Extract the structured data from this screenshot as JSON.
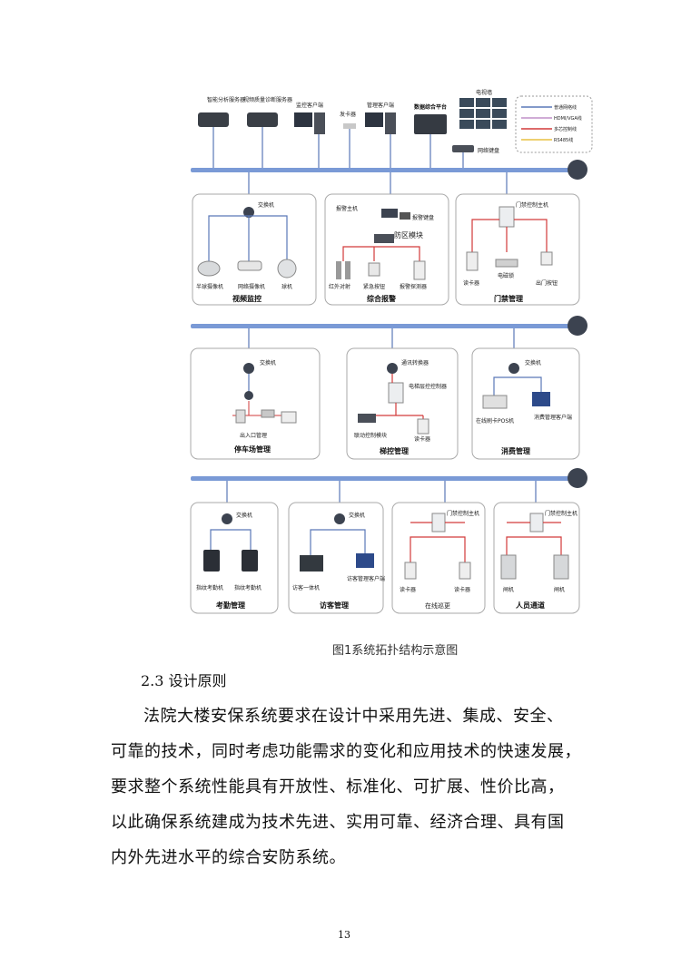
{
  "figure": {
    "top_devices": [
      "智能分析服务器",
      "视频质量诊断服务器",
      "监控客户端",
      "发卡器",
      "管理客户端",
      "数据综合平台",
      "电视墙",
      "网络键盘"
    ],
    "legend": [
      "普通网络线",
      "HDMI/VGA线",
      "多芯控制线",
      "RS485线"
    ],
    "legend_colors": [
      "#5a78b8",
      "#c090c8",
      "#d23a3a",
      "#e8c040"
    ],
    "panels": [
      {
        "title": "视频监控",
        "switch": "交换机",
        "items": [
          "半球摄像机",
          "网络摄像机",
          "球机"
        ]
      },
      {
        "title": "综合报警",
        "switch": "报警主机",
        "items": [
          "报警键盘",
          "防区模块",
          "红外对射",
          "紧急按钮",
          "报警探测器"
        ]
      },
      {
        "title": "门禁管理",
        "switch": "门禁控制主机",
        "items": [
          "读卡器",
          "电磁锁",
          "出门按钮"
        ]
      },
      {
        "title": "停车场管理",
        "switch": "交换机",
        "items": [
          "出入口管理"
        ]
      },
      {
        "title": "梯控管理",
        "switch": "通讯转换器",
        "items": [
          "电梯层控控制器",
          "联动控制模块",
          "读卡器"
        ]
      },
      {
        "title": "消费管理",
        "switch": "交换机",
        "items": [
          "在线刷卡POS机",
          "消费管理客户端"
        ]
      },
      {
        "title": "考勤管理",
        "switch": "交换机",
        "items": [
          "指纹考勤机",
          "指纹考勤机"
        ]
      },
      {
        "title": "访客管理",
        "switch": "交换机",
        "items": [
          "访客一体机",
          "访客管理客户端"
        ]
      },
      {
        "title": "在线巡更",
        "switch": "门禁控制主机",
        "items": [
          "读卡器",
          "读卡器"
        ]
      },
      {
        "title": "人员通道",
        "switch": "门禁控制主机",
        "items": [
          "闸机",
          "闸机"
        ]
      }
    ],
    "caption": "图1系统拓扑结构示意图"
  },
  "section": {
    "heading": "2.3 设计原则",
    "lines": [
      "法院大楼安保系统要求在设计中采用先进、集成、安全、",
      "可靠的技术，同时考虑功能需求的变化和应用技术的快速发展，",
      "要求整个系统性能具有开放性、标准化、可扩展、性价比高，",
      "以此确保系统建成为技术先进、实用可靠、经济合理、具有国",
      "内外先进水平的综合安防系统。"
    ]
  },
  "page_number": "13"
}
